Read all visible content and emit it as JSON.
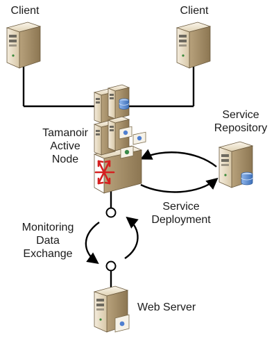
{
  "labels": {
    "client_left": "Client",
    "client_right": "Client",
    "active_node": [
      "Tamanoir",
      "Active",
      "Node"
    ],
    "service_repository": [
      "Service",
      "Repository"
    ],
    "service_deployment": [
      "Service",
      "Deployment"
    ],
    "monitoring": [
      "Monitoring",
      "Data",
      "Exchange"
    ],
    "web_server": "Web Server"
  },
  "icons": {
    "client_left": "server-tower-icon",
    "client_right": "server-tower-icon",
    "active_node": "server-cluster-icon",
    "service_repository": "database-server-icon",
    "web_server": "web-server-icon"
  },
  "colors": {
    "server_body": "#e8dcc4",
    "server_shadow": "#a89370",
    "router_arrows": "#d62020",
    "database": "#5b8fd6",
    "lines": "#000000"
  }
}
